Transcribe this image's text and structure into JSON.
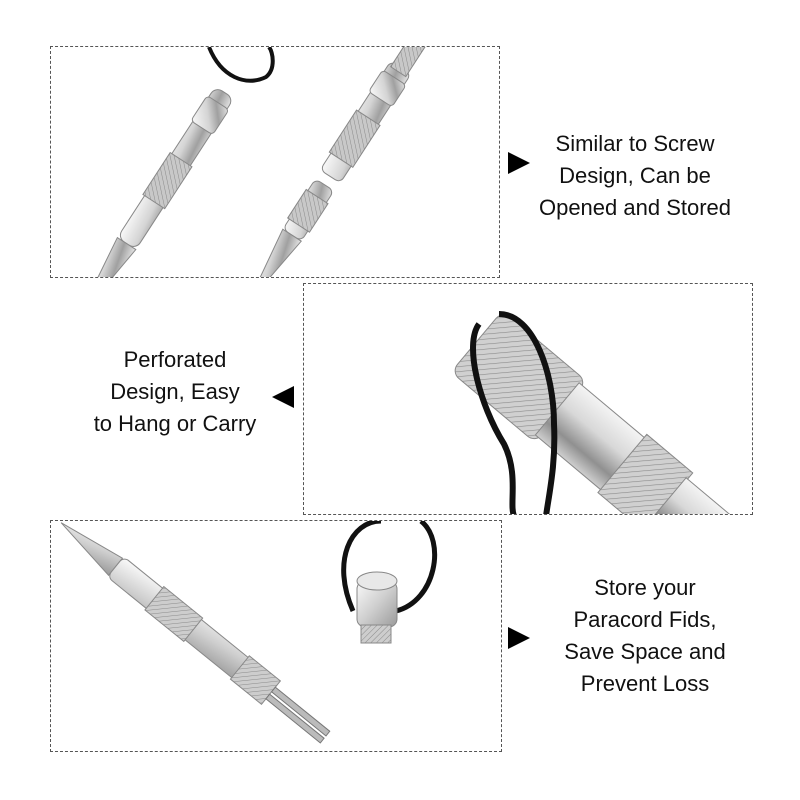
{
  "captions": {
    "top": [
      "Similar to Screw",
      "Design, Can be",
      "Opened and Stored"
    ],
    "middle": [
      "Perforated",
      "Design, Easy",
      "to Hang or Carry"
    ],
    "bottom": [
      "Store your",
      "Paracord Fids,",
      "Save Space and",
      "Prevent Loss"
    ]
  },
  "icons": {
    "arrow_right": "arrow-right-icon",
    "arrow_left": "arrow-left-icon"
  },
  "colors": {
    "metal_light": "#f2f2f2",
    "metal_mid": "#bdbdbd",
    "metal_dark": "#7a7a7a",
    "cord": "#111111",
    "dash_border": "#555555"
  }
}
